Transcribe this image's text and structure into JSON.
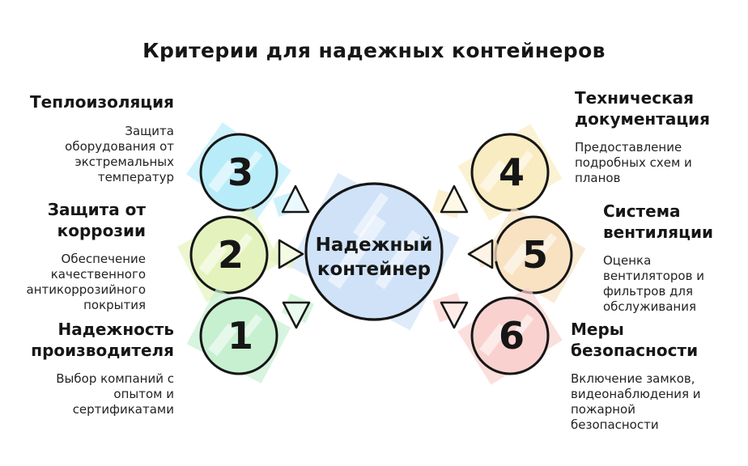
{
  "title": "Критерии для надежных контейнеров",
  "outline_color": "#161616",
  "center": {
    "label_lines": [
      "Надежный",
      "контейнер"
    ],
    "color": "#cfe2f8"
  },
  "items": [
    {
      "number": "3",
      "heading": "Теплоизоляция",
      "description": "Защита оборудования от экстремальных температур",
      "color": "#b9ecf9",
      "pale": "#e9f9fd"
    },
    {
      "number": "2",
      "heading": "Защита от коррозии",
      "description": "Обеспечение качественного антикоррозийного покрытия",
      "color": "#e4f3bd",
      "pale": "#f5fae3"
    },
    {
      "number": "1",
      "heading": "Надежность производителя",
      "description": "Выбор компаний с опытом и сертификатами",
      "color": "#c6f0d0",
      "pale": "#eafaef"
    },
    {
      "number": "4",
      "heading": "Техническая документация",
      "description": "Предоставление подробных схем и планов",
      "color": "#f9ecc2",
      "pale": "#fdf8e7"
    },
    {
      "number": "5",
      "heading": "Система вентиляции",
      "description": "Оценка вентиляторов и фильтров для обслуживания",
      "color": "#f8e2c2",
      "pale": "#fdf4e6"
    },
    {
      "number": "6",
      "heading": "Меры безопасности",
      "description": "Включение замков, видеонаблюдения и пожарной безопасности",
      "color": "#f9d2cf",
      "pale": "#fdecea"
    }
  ]
}
